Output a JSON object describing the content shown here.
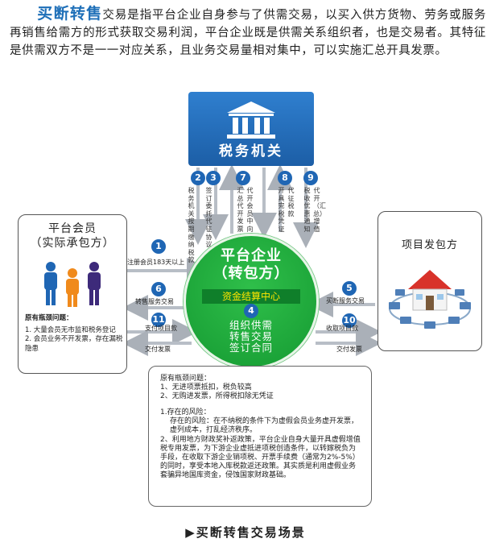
{
  "intro": {
    "keyword": "买断转售",
    "text": "交易是指平台企业自身参与了供需交易，以买入供方货物、劳务或服务再销售给需方的形式获取交易利润，平台企业既是供需关系组织者，也是交易者。其特征是供需双方不是一一对应关系，且业务交易量相对集中，可以实施汇总开具发票。"
  },
  "tax_authority": {
    "label": "税务机关"
  },
  "vertical_labels": [
    {
      "num": "2",
      "text": "税务机关按期缴纳税款"
    },
    {
      "num": "3",
      "text": "签订委托代征协议"
    },
    {
      "num": "7",
      "text": "汇总代开发票申请"
    },
    {
      "num": "",
      "text": "代开会员中向税务机关申请"
    },
    {
      "num": "8",
      "text": "开具完税凭证"
    },
    {
      "num": "",
      "text": "代征税款"
    },
    {
      "num": "9",
      "text": "税收优惠通知"
    },
    {
      "num": "",
      "text": "代开（汇总）增值"
    }
  ],
  "member": {
    "title_line1": "平台会员",
    "title_line2": "（实际承包方）",
    "issues_title": "原有瓶颈问题：",
    "issues": [
      "1. 大量会员无市监和税务登记",
      "2. 会员业务不开发票，存在漏税隐患"
    ]
  },
  "owner": {
    "title": "项目发包方"
  },
  "center": {
    "title_line1": "平台企业",
    "title_line2": "（转包方）",
    "band": "资金结算中心",
    "band_num": "4",
    "line1": "组织供需",
    "line2": "转售交易",
    "line3": "签订合同"
  },
  "left_flows": [
    {
      "num": "1",
      "label": "注册会员183天以上"
    },
    {
      "num": "6",
      "label": "转售服务交易"
    },
    {
      "num": "11",
      "label": "支付项目款"
    },
    {
      "num": "",
      "label": "交付发票"
    }
  ],
  "right_flows": [
    {
      "num": "5",
      "label": "买断服务交易"
    },
    {
      "num": "10",
      "label": "收取项目款"
    },
    {
      "num": "",
      "label": "交付发票"
    }
  ],
  "issue_box": {
    "title": "原有瓶颈问题：",
    "items": [
      "1、无进项票抵扣，税负较高",
      "2、无购进发票，所得税扣除无凭证"
    ],
    "risk_title": "1.存在的风险：",
    "risk_line1": "存在的风险：在不纳税的条件下为虚假会员业务虚开发票，虚列成本，打乱经济秩序。",
    "risk_items": [
      "2、利用地方财政奖补返政策，平台企业自身大量开具虚假增值税专用发票，为下游企业虚抵进项税创造条件，以转嫁税负为手段，在收取下游企业销项税、开票手续费（通常为2%-5%）的同时，享受本地入库税款返还政策。其实质是利用虚假业务套骗异地国库资金，侵蚀国家财政基础。"
    ]
  },
  "caption": "▶买断转售交易场景",
  "colors": {
    "blue": "#1f66b4",
    "green": "#1aa53a",
    "yellow": "#ffe600",
    "arrow": "#b8bec6"
  }
}
